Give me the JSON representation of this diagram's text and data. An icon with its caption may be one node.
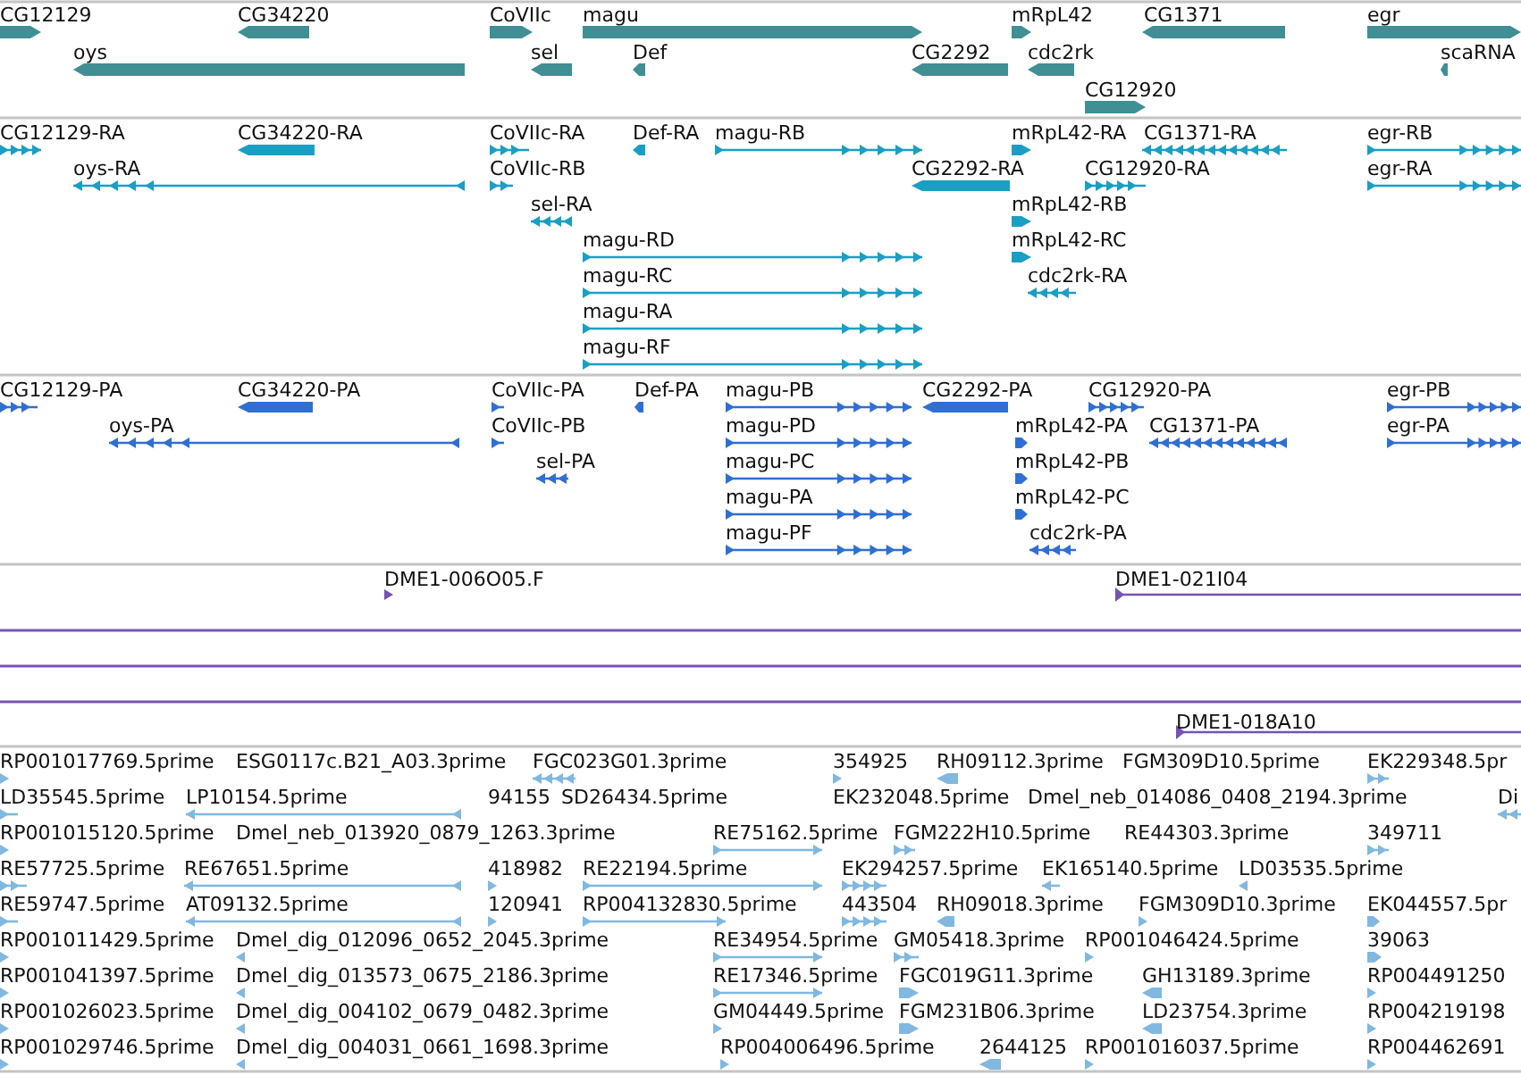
{
  "diagram": {
    "labels": [
      "CG12129",
      "CG34220",
      "CoVIIc",
      "magu",
      "mRpL42",
      "CG1371",
      "egr",
      "oys",
      "sel",
      "Def",
      "CG2292",
      "cdc2rk",
      "scaRNA",
      "CG12920",
      "CG12129-RA",
      "CG34220-RA",
      "CoVIIc-RA",
      "Def-RA",
      "magu-RB",
      "mRpL42-RA",
      "CG1371-RA",
      "egr-RB",
      "oys-RA",
      "CoVIIc-RB",
      "CG2292-RA",
      "CG12920-RA",
      "egr-RA",
      "sel-RA",
      "mRpL42-RB",
      "magu-RD",
      "mRpL42-RC",
      "magu-RC",
      "cdc2rk-RA",
      "magu-RA",
      "magu-RF",
      "CG12129-PA",
      "CG34220-PA",
      "CoVIIc-PA",
      "Def-PA",
      "magu-PB",
      "CG2292-PA",
      "CG12920-PA",
      "egr-PB",
      "oys-PA",
      "CoVIIc-PB",
      "magu-PD",
      "mRpL42-PA",
      "CG1371-PA",
      "egr-PA",
      "sel-PA",
      "magu-PC",
      "mRpL42-PB",
      "magu-PA",
      "mRpL42-PC",
      "magu-PF",
      "cdc2rk-PA",
      "DME1-006O05.F",
      "DME1-021I04",
      "DME1-018A10",
      "RP001017769.5prime",
      "ESG0117c.B21_A03.3prime",
      "FGC023G01.3prime",
      "354925",
      "RH09112.3prime",
      "FGM309D10.5prime",
      "EK229348.5pr",
      "LD35545.5prime",
      "LP10154.5prime",
      "94155",
      "SD26434.5prime",
      "EK232048.5prime",
      "Dmel_neb_014086_0408_2194.3prime",
      "Di",
      "RP001015120.5prime",
      "Dmel_neb_013920_0879_1263.3prime",
      "RE75162.5prime",
      "FGM222H10.5prime",
      "RE44303.3prime",
      "349711",
      "RE57725.5prime",
      "RE67651.5prime",
      "418982",
      "RE22194.5prime",
      "EK294257.5prime",
      "EK165140.5prime",
      "LD03535.5prime",
      "RE59747.5prime",
      "AT09132.5prime",
      "120941",
      "RP004132830.5prime",
      "443504",
      "RH09018.3prime",
      "FGM309D10.3prime",
      "EK044557.5pr",
      "RP001011429.5prime",
      "Dmel_dig_012096_0652_2045.3prime",
      "RE34954.5prime",
      "GM05418.3prime",
      "RP001046424.5prime",
      "39063",
      "RP001041397.5prime",
      "Dmel_dig_013573_0675_2186.3prime",
      "RE17346.5prime",
      "FGC019G11.3prime",
      "GH13189.3prime",
      "RP004491250",
      "RP001026023.5prime",
      "Dmel_dig_004102_0679_0482.3prime",
      "GM04449.5prime",
      "FGM231B06.3prime",
      "LD23754.3prime",
      "RP004219198",
      "RP001029746.5prime",
      "Dmel_dig_004031_0661_1698.3prime",
      "RP004006496.5prime",
      "2644125",
      "RP001016037.5prime",
      "RP004462691"
    ]
  }
}
